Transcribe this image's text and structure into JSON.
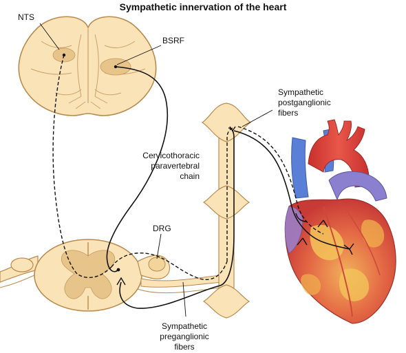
{
  "title": "Sympathetic innervation of the heart",
  "labels": {
    "nts": "NTS",
    "bsrf": "BSRF",
    "post_line1": "Sympathetic",
    "post_line2": "postganglionic",
    "post_line3": "fibers",
    "chain_line1": "Cervicothoracic",
    "chain_line2": "paravertebral",
    "chain_line3": "chain",
    "drg": "DRG",
    "pre_line1": "Sympathetic",
    "pre_line2": "preganglionic",
    "pre_line3": "fibers"
  },
  "colors": {
    "tissue": "#fbe3b8",
    "tissue_outline": "#b98a4e",
    "gray_matter": "#e7c48a",
    "heart_red": "#d9473d",
    "heart_orange": "#f0a04e",
    "vessel_blue": "#5a7fd6",
    "vessel_purple": "#9c7fc6"
  }
}
